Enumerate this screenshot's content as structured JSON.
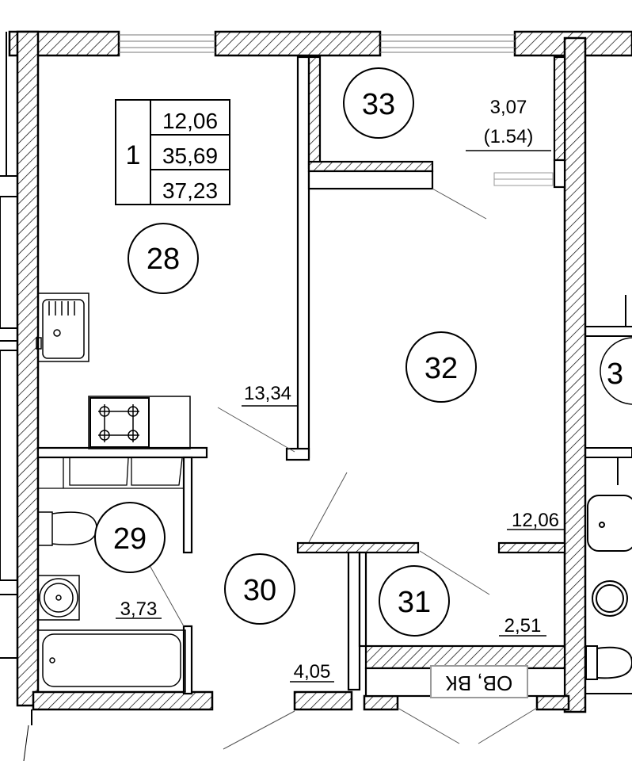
{
  "summary": {
    "rooms_count": "1",
    "living_area": "12,06",
    "total_area": "35,69",
    "total_with_balcony": "37,23"
  },
  "rooms": {
    "r28": {
      "id": "28",
      "area": "13,34"
    },
    "r29": {
      "id": "29",
      "area": "3,73"
    },
    "r30": {
      "id": "30",
      "area": "4,05"
    },
    "r31": {
      "id": "31",
      "area": "2,51"
    },
    "r32": {
      "id": "32",
      "area": "12,06"
    },
    "r33": {
      "id": "33",
      "area": "3,07",
      "area_reduced": "(1.54)"
    }
  },
  "neighbor_room_id_partial": "3",
  "shaft_label": "ОВ, ВК",
  "colors": {
    "line": "#000000",
    "hatch": "#000000",
    "shaft_box": "#9a9a9a"
  }
}
